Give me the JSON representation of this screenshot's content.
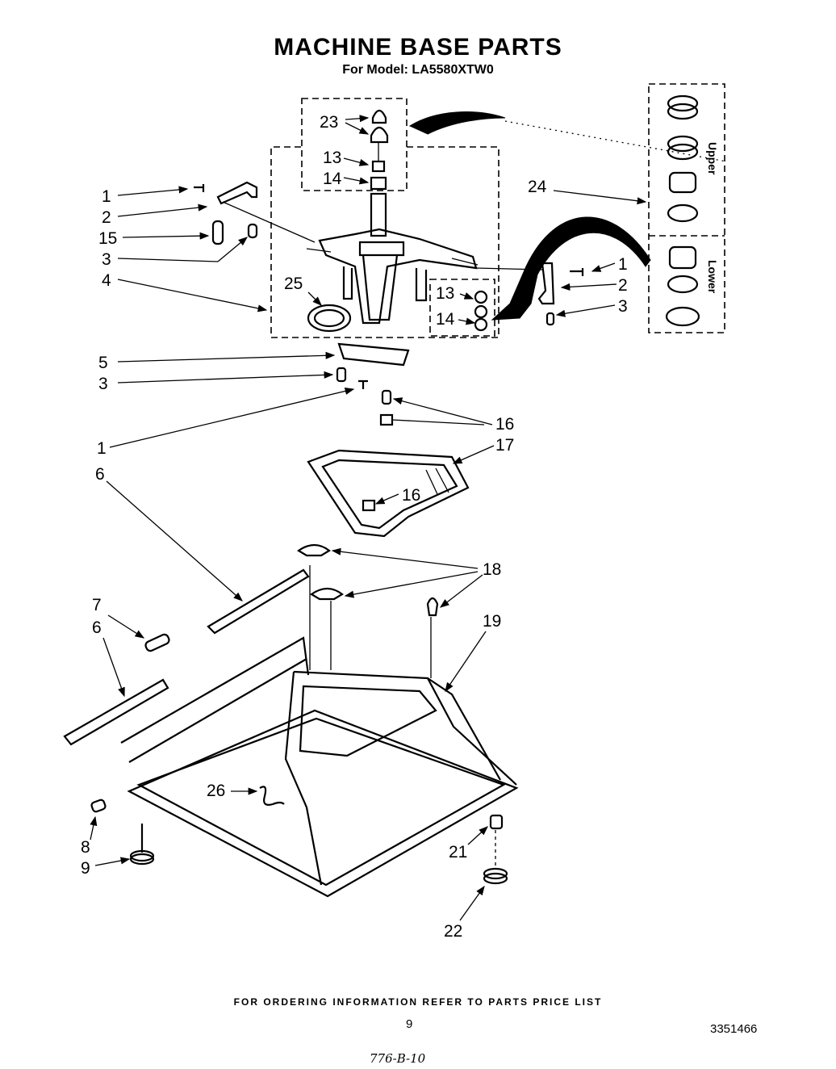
{
  "header": {
    "title": "MACHINE BASE PARTS",
    "subtitle": "For Model: LA5580XTW0"
  },
  "groups": {
    "upper": "Upper",
    "lower": "Lower"
  },
  "callouts": {
    "c1a": "1",
    "c2a": "2",
    "c15": "15",
    "c3a": "3",
    "c4": "4",
    "c23": "23",
    "c13a": "13",
    "c14a": "14",
    "c25": "25",
    "c13b": "13",
    "c14b": "14",
    "c24": "24",
    "c1b": "1",
    "c2b": "2",
    "c3b": "3",
    "c5": "5",
    "c3c": "3",
    "c1c": "1",
    "c16a": "16",
    "c17": "17",
    "c16b": "16",
    "c6a": "6",
    "c7": "7",
    "c6b": "6",
    "c18": "18",
    "c19": "19",
    "c26": "26",
    "c8": "8",
    "c9": "9",
    "c21": "21",
    "c22": "22"
  },
  "footer": {
    "note": "FOR ORDERING INFORMATION REFER TO PARTS PRICE LIST",
    "page_number": "9",
    "doc_number": "3351466",
    "handwritten": "776-B-10"
  }
}
